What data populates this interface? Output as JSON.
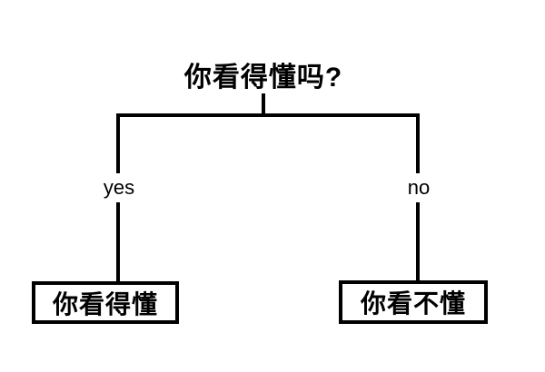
{
  "diagram": {
    "title": "你看得懂吗?",
    "branches": [
      {
        "label": "yes",
        "result": "你看得懂"
      },
      {
        "label": "no",
        "result": "你看不懂"
      }
    ],
    "colors": {
      "line": "#000000",
      "text": "#000000",
      "background": "#ffffff"
    }
  }
}
